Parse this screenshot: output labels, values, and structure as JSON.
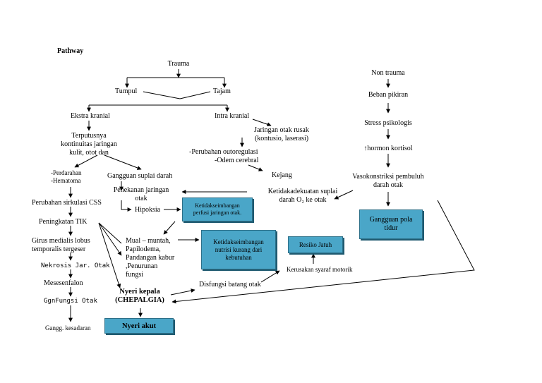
{
  "title": "Pathway",
  "nodes": {
    "trauma": "Trauma",
    "tumpul": "Tumpul",
    "tajam": "Tajam",
    "ekstra_kranial": "Ekstra kranial",
    "intra_kranial": "Intra kranial",
    "terputusnya": [
      "Terputusnya",
      "kontinuitas jaringan",
      "kulit, otot dan"
    ],
    "perdarahan": [
      "-Perdarahan",
      "-Hematoma"
    ],
    "gangguan_suplai": "Gangguan suplai darah",
    "jaringan_rusak": [
      "Jaringan otak rusak",
      "(kontusio, laserasi)"
    ],
    "perubahan_auto": [
      "-Perubahan outoregulasi",
      "-Odem cerebral"
    ],
    "kejang": "Kejang",
    "penekanan": [
      "Penekanan jaringan",
      "otak"
    ],
    "hipoksia": "Hipoksia",
    "perubahan_css": "Perubahan sirkulasi CSS",
    "peningkatan_tik": "Peningkatan TIK",
    "girus": [
      "Girus medialis lobus",
      "temporalis tergeser"
    ],
    "nekrosis": "Nekrosis Jar. Otak",
    "mesesenfalon": "Mesesenfalon",
    "ggn_fungsi": "GgnFungsi Otak",
    "gangg_kesadaran": "Gangg. kesadaran",
    "mual": [
      "Mual  –  muntah,",
      "Papilodema,",
      "Pandangan kabur",
      ",Penurunan",
      "fungsi"
    ],
    "nyeri_kepala": [
      "Nyeri kepala",
      "(CHEPALGIA)"
    ],
    "disfungsi": "Disfungsi batang otak",
    "kerusakan": "Kerusakan syaraf motorik",
    "ketidakadekuatan": [
      "Ketidakadekuatan suplai",
      "darah O₂ ke otak"
    ],
    "non_trauma": "Non trauma",
    "beban": "Beban  pikiran",
    "stress": "Stress psikologis",
    "hormon": "↑hormon kortisol",
    "vasokonstriksi": [
      "Vasokonstriksi  pembuluh",
      "darah otak"
    ]
  },
  "boxes": {
    "perfusi": [
      "Ketidakseimbangan",
      "perfusi jaringan otak."
    ],
    "nutrisi": [
      "Ketidakseimbangan",
      "nutrisi kurang dari",
      "kebutuhan"
    ],
    "resiko": "Resiko Jatuh",
    "gangguan_tidur": [
      "Gangguan pola",
      "tidur"
    ],
    "nyeri_akut": "Nyeri  akut"
  },
  "colors": {
    "box_fill": "#4aa6c8",
    "box_border": "#2c6f88"
  }
}
